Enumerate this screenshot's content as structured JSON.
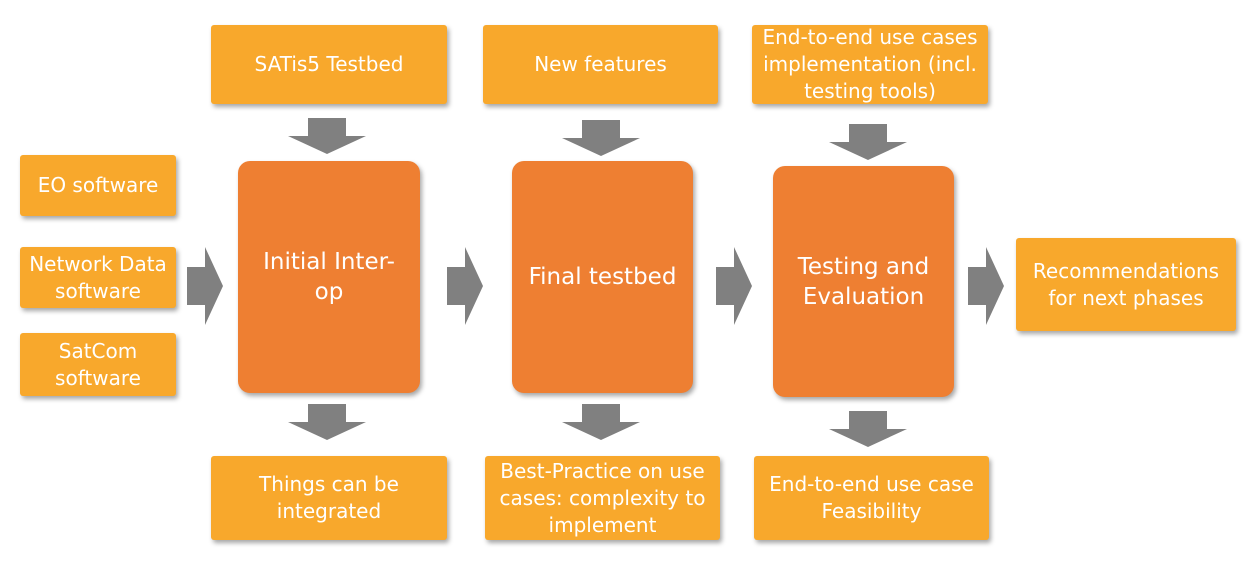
{
  "colors": {
    "input_box": "#f8a82c",
    "stage_box": "#ee7f32",
    "arrow": "#808080",
    "text": "#ffffff"
  },
  "inputs": {
    "eo_software": "EO software",
    "network_data_software": "Network Data\nsoftware",
    "satcom_software": "SatCom\nsoftware"
  },
  "stages": {
    "initial_interop": "Initial Inter-\nop",
    "final_testbed": "Final testbed",
    "testing_evaluation": "Testing and\nEvaluation"
  },
  "top_inputs": {
    "satis5_testbed": "SATis5 Testbed",
    "new_features": "New features",
    "end_to_end_implementation": "End-to-end use cases\nimplementation (incl.\ntesting tools)"
  },
  "outputs": {
    "things_integrated": "Things can be\nintegrated",
    "best_practice": "Best-Practice on use\ncases: complexity to\nimplement",
    "end_to_end_feasibility": "End-to-end use case\nFeasibility"
  },
  "final_output": {
    "recommendations": "Recommendations\nfor next phases"
  }
}
